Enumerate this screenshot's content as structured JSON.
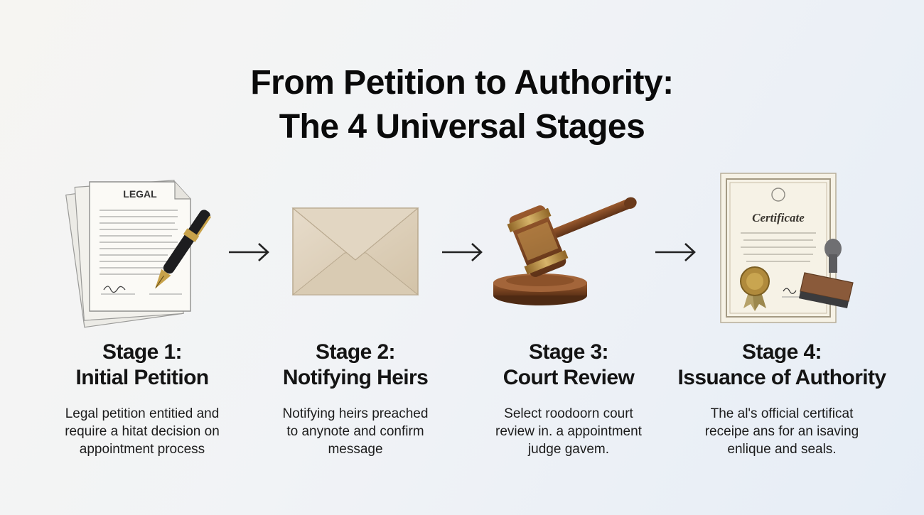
{
  "title": {
    "line1": "From Petition to Authority:",
    "line2": "The 4 Universal Stages"
  },
  "stages": [
    {
      "heading_line1": "Stage 1:",
      "heading_line2": "Initial Petition",
      "description": "Legal petition entitied and require a hitat decision on appointment process",
      "icon": "legal-document-pen-icon",
      "icon_label": "LEGAL"
    },
    {
      "heading_line1": "Stage 2:",
      "heading_line2": "Notifying Heirs",
      "description": "Notifying heirs preached to anynote and confirm message",
      "icon": "envelope-icon"
    },
    {
      "heading_line1": "Stage 3:",
      "heading_line2": "Court Review",
      "description": "Select roodoorn court review in. a appointment judge gavem.",
      "icon": "gavel-icon"
    },
    {
      "heading_line1": "Stage 4:",
      "heading_line2": "Issuance of Authority",
      "description": "The al's official certificat receipe ans for an isaving enlique and seals.",
      "icon": "certificate-stamp-icon",
      "icon_label": "Certificate"
    }
  ],
  "connector_icon": "arrow-right-icon",
  "colors": {
    "text": "#111111",
    "paper": "#f7f5ee",
    "envelope": "#ddd0bb",
    "wood": "#7a4422",
    "brass": "#b78a45",
    "seal": "#b08a3c"
  }
}
